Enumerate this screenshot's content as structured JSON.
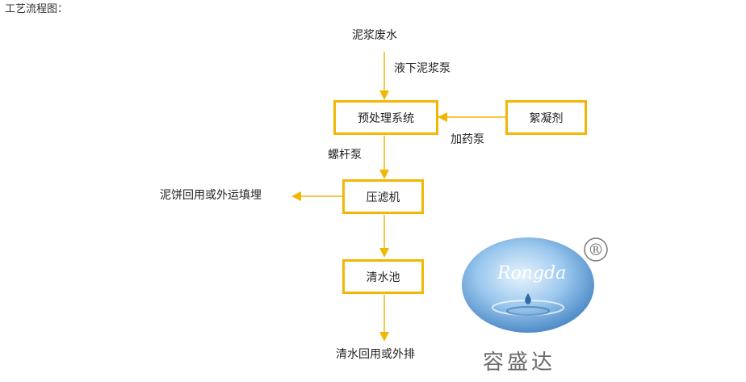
{
  "header": {
    "title": "工艺流程图："
  },
  "nodes": {
    "source": "泥浆废水",
    "pretreatment": "预处理系统",
    "flocculant": "絮凝剂",
    "filter_press": "压滤机",
    "clear_pool": "清水池",
    "sludge_out": "泥饼回用或外运填埋",
    "water_out": "清水回用或外排"
  },
  "edge_labels": {
    "submersible_pump": "液下泥浆泵",
    "dosing_pump": "加药泵",
    "screw_pump": "螺杆泵"
  },
  "logo": {
    "brand_script": "Rongda",
    "registered_mark": "®",
    "brand_cn": "容盛达"
  },
  "colors": {
    "accent": "#f2b705",
    "water": "#7fb7e3"
  }
}
